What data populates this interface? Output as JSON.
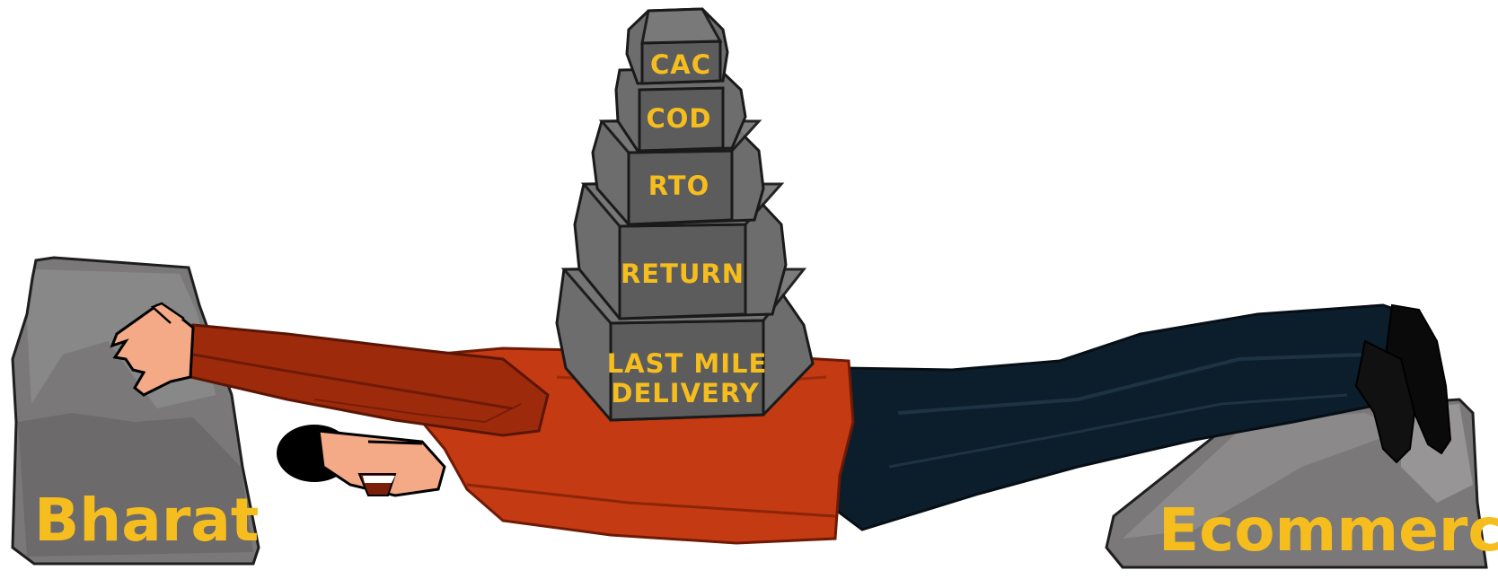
{
  "rocks": {
    "left_label": "Bharat",
    "right_label": "Ecommerce"
  },
  "weights": {
    "items": [
      {
        "label": "CAC"
      },
      {
        "label": "COD"
      },
      {
        "label": "RTO"
      },
      {
        "label": "RETURN"
      },
      {
        "label_line1": "LAST MILE",
        "label_line2": "DELIVERY"
      }
    ]
  },
  "colors": {
    "label": "#f5bd1e",
    "stone": "#6b6b6b",
    "rock": "#7a7878",
    "shirt": "#c43a12",
    "pants": "#0c1e2c",
    "skin": "#f4a987"
  }
}
